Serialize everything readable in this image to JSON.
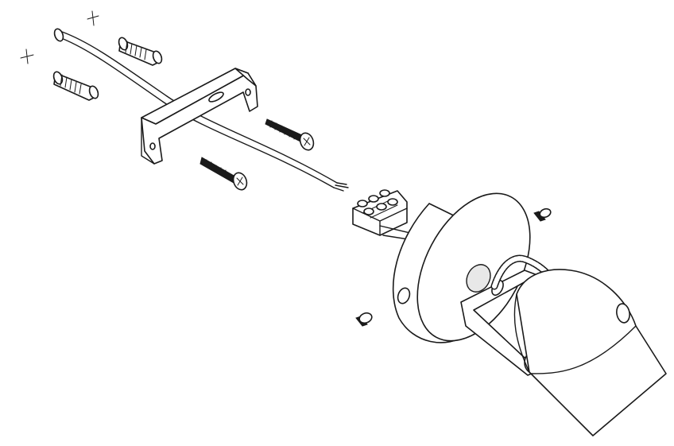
{
  "diagram": {
    "kind": "exploded assembly drawing",
    "colors": {
      "ink": "#1a1a1a",
      "paper": "#ffffff",
      "shade": "#e8e8e8"
    },
    "parts": [
      "drill-mark-crosshair",
      "wall-plug",
      "wall-plug",
      "mounting-bracket",
      "wood-screw",
      "wood-screw",
      "supply-cable",
      "terminal-block",
      "machine-screw",
      "machine-screw",
      "lamp-base",
      "lamp-yoke",
      "braided-wire",
      "lamp-shade"
    ]
  }
}
